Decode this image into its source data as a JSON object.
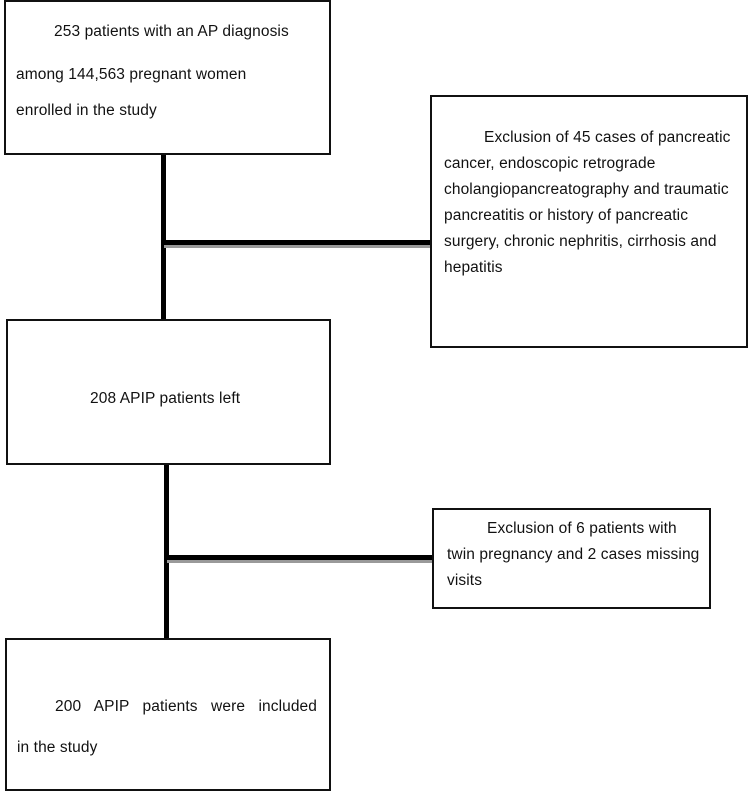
{
  "flowchart": {
    "initial_box": {
      "line1": "253 patients with an AP diagnosis",
      "line2": "among 144,563 pregnant women",
      "line3": "enrolled in the study"
    },
    "exclusion_box_1": {
      "text": "Exclusion of 45 cases of pancreatic cancer, endoscopic retrograde cholangiopancreatography and traumatic pancreatitis or history of pancreatic surgery, chronic nephritis, cirrhosis and hepatitis"
    },
    "remaining_box": {
      "text": "208 APIP patients left"
    },
    "exclusion_box_2": {
      "text": "Exclusion of 6 patients with twin pregnancy and 2 cases missing visits"
    },
    "final_box": {
      "line1": "200 APIP patients were included",
      "line2": "in the study"
    }
  },
  "colors": {
    "line": "#000000",
    "shadow": "#9a9a9a",
    "border": "#111111",
    "background": "#ffffff"
  }
}
